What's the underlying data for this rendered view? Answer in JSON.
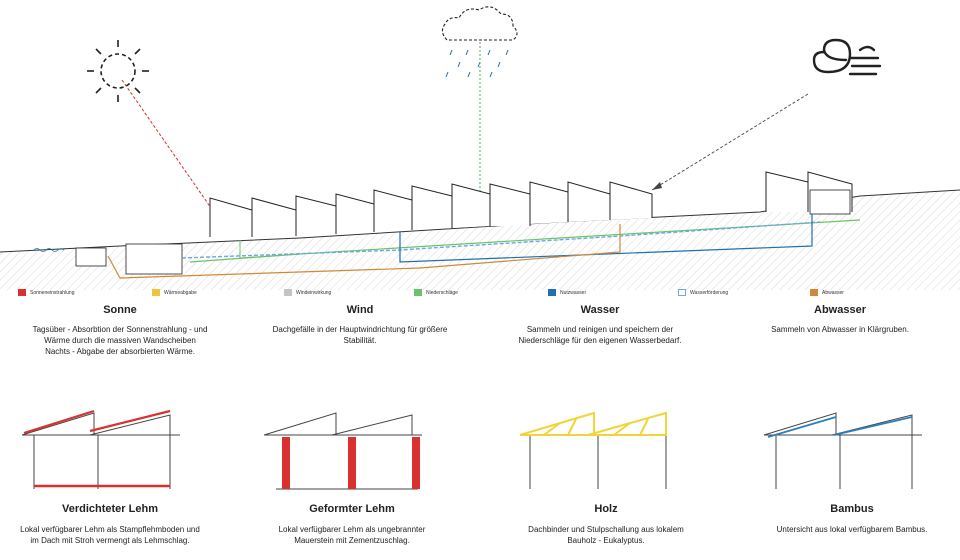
{
  "legend": [
    {
      "label": "Sonneneinstrahlung",
      "color": "#d93030",
      "outline": false
    },
    {
      "label": "Wärmeabgabe",
      "color": "#f0c43a",
      "outline": false
    },
    {
      "label": "Windeinwirkung",
      "color": "#c4c4c4",
      "outline": false
    },
    {
      "label": "Niederschläge",
      "color": "#6cc26c",
      "outline": false
    },
    {
      "label": "Nutzwasser",
      "color": "#1f6fb2",
      "outline": false
    },
    {
      "label": "Wasserförderung",
      "color": "#6fa8dc",
      "outline": true
    },
    {
      "label": "Abwasser",
      "color": "#d08a35",
      "outline": false
    }
  ],
  "categories": [
    {
      "title": "Sonne",
      "text": "Tagsüber - Absorbtion der Sonnenstrahlung - und\nWärme durch die massiven Wandscheiben\nNachts - Abgabe der absorbierten Wärme."
    },
    {
      "title": "Wind",
      "text": "Dachgefälle in der Hauptwindrichtung für größere\nStabilität."
    },
    {
      "title": "Wasser",
      "text": "Sammeln und reinigen und speichern der\nNiederschläge für den eigenen Wasserbedarf."
    },
    {
      "title": "Abwasser",
      "text": "Sammeln von Abwasser in Klärgruben."
    }
  ],
  "materials": [
    {
      "title": "Verdichteter Lehm",
      "text": "Lokal verfügbarer Lehm als Stampflehmboden und\nim Dach mit Stroh vermengt als Lehmschlag.",
      "accent": "#d93030"
    },
    {
      "title": "Geformter Lehm",
      "text": "Lokal verfügbarer Lehm als ungebrannter\nMauerstein mit Zementzuschlag.",
      "accent": "#d93030"
    },
    {
      "title": "Holz",
      "text": "Dachbinder und Stulpschallung aus lokalem\nBauholz - Eukalyptus.",
      "accent": "#f0d43a"
    },
    {
      "title": "Bambus",
      "text": "Untersicht aus lokal verfügbarem Bambus.",
      "accent": "#2a7fc0"
    }
  ],
  "icons": [
    "sun-icon",
    "rain-cloud-icon",
    "wind-icon"
  ]
}
